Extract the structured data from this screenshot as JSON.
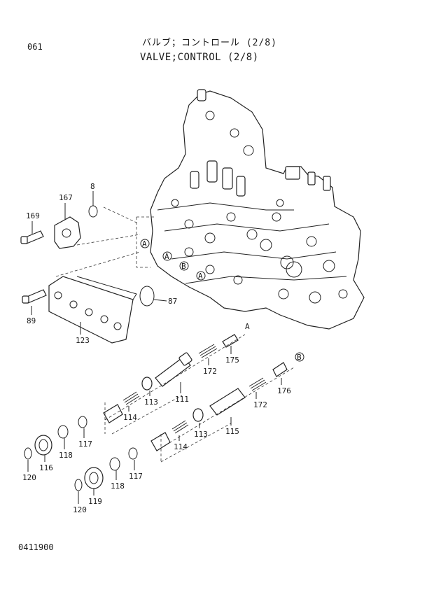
{
  "header": {
    "page_number": "061",
    "title_jp": "バルブ；コントロール (2/8)",
    "title_en": "VALVE;CONTROL (2/8)"
  },
  "footer": {
    "doc_code": "0411900"
  },
  "callouts": {
    "a": "A",
    "b": "B"
  },
  "parts": {
    "p8": "8",
    "p167": "167",
    "p169": "169",
    "p87": "87",
    "p89": "89",
    "p123": "123",
    "p175": "175",
    "p172a": "172",
    "p176": "176",
    "p172b": "172",
    "p111": "111",
    "p113a": "113",
    "p114a": "114",
    "p115": "115",
    "p113b": "113",
    "p114b": "114",
    "p117a": "117",
    "p118a": "118",
    "p116": "116",
    "p120a": "120",
    "p117b": "117",
    "p118b": "118",
    "p119": "119",
    "p120b": "120"
  }
}
